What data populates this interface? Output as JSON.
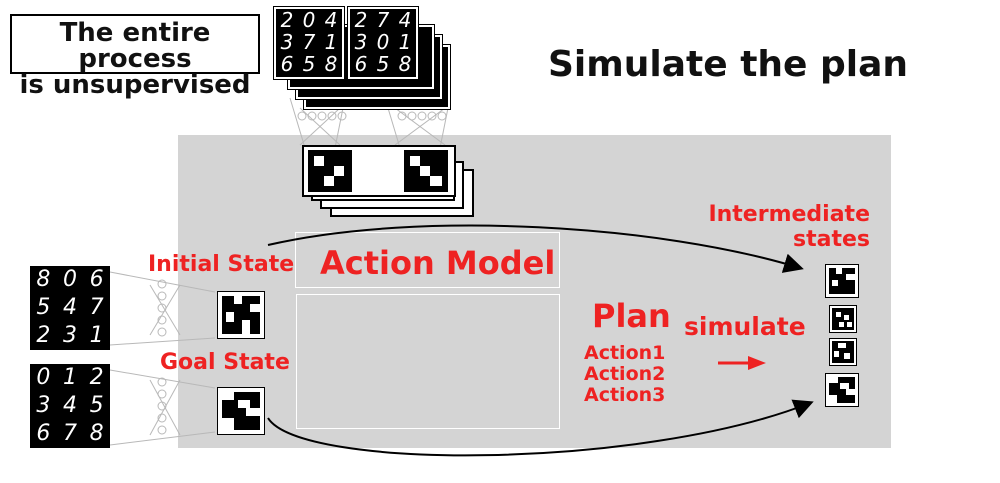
{
  "note": {
    "line1": "The entire process",
    "line2": "is unsupervised"
  },
  "title": "Simulate the plan",
  "panel": {
    "action_model": "Action Model",
    "initial_state": "Initial State",
    "goal_state": "Goal State",
    "plan": "Plan",
    "actions": [
      "Action1",
      "Action2",
      "Action3"
    ],
    "simulate": "simulate",
    "intermediate": {
      "line1": "Intermediate",
      "line2": "states"
    }
  },
  "digits": {
    "initial_grid": [
      "8",
      "0",
      "6",
      "5",
      "4",
      "7",
      "2",
      "3",
      "1"
    ],
    "goal_grid": [
      "0",
      "1",
      "2",
      "3",
      "4",
      "5",
      "6",
      "7",
      "8"
    ],
    "top_left": [
      "2",
      "0",
      "4",
      "3",
      "7",
      "1",
      "6",
      "5",
      "8"
    ],
    "top_right": [
      "2",
      "7",
      "4",
      "3",
      "0",
      "1",
      "6",
      "5",
      "8"
    ]
  },
  "colors": {
    "accent_red": "#ee2222",
    "panel_gray": "#d4d4d4"
  }
}
